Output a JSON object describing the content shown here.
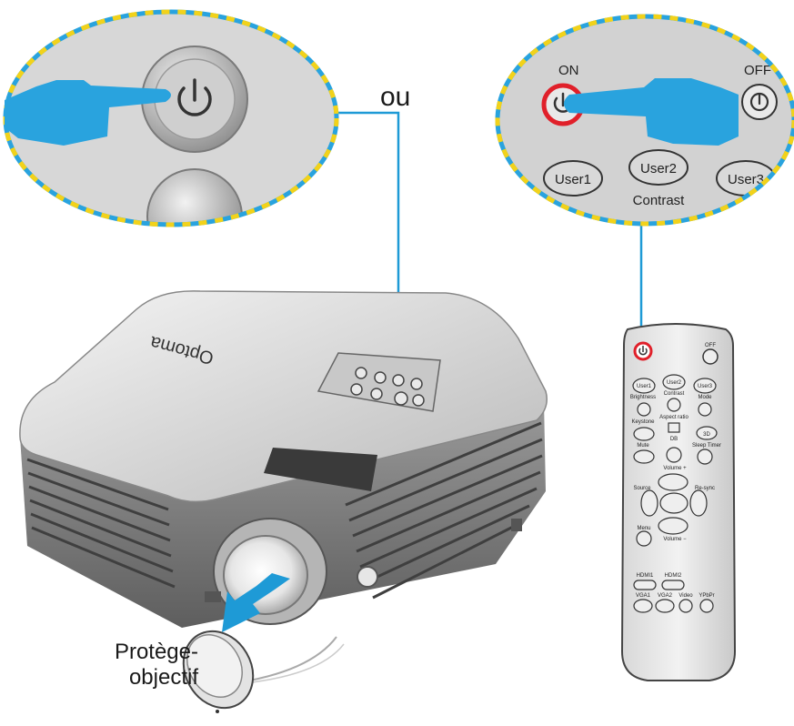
{
  "labels": {
    "or_text": "ou",
    "lens_cap_line1": "Protège-",
    "lens_cap_line2": "objectif",
    "brand": "Optoma"
  },
  "zoom_remote": {
    "on": "ON",
    "off": "OFF",
    "user1": "User1",
    "user2": "User2",
    "user3": "User3",
    "contrast": "Contrast"
  },
  "remote": {
    "off": "OFF",
    "user1": "User1",
    "user2": "User2",
    "user3": "User3",
    "brightness": "Brightness",
    "contrast": "Contrast",
    "mode": "Mode",
    "keystone": "Keystone",
    "aspect_ratio": "Aspect ratio",
    "db": "DB",
    "three_d": "3D",
    "mute": "Mute",
    "sleep_timer": "Sleep Timer",
    "volume_plus": "Volume +",
    "source": "Source",
    "resync": "Re-sync",
    "menu": "Menu",
    "volume_minus": "Volume −",
    "hdmi1": "HDMI1",
    "hdmi2": "HDMI2",
    "vga1": "VGA1",
    "vga2": "VGA2",
    "video": "Video",
    "ypbpr": "YPbPr"
  },
  "colors": {
    "callout_line": "#1e9ad6",
    "hand": "#29a3de",
    "dash_yellow": "#f2d21a",
    "power_red": "#e0202a",
    "arrow": "#1e9ad6"
  },
  "icons": [
    "power-icon",
    "hand-pointer-icon",
    "arrow-icon"
  ]
}
